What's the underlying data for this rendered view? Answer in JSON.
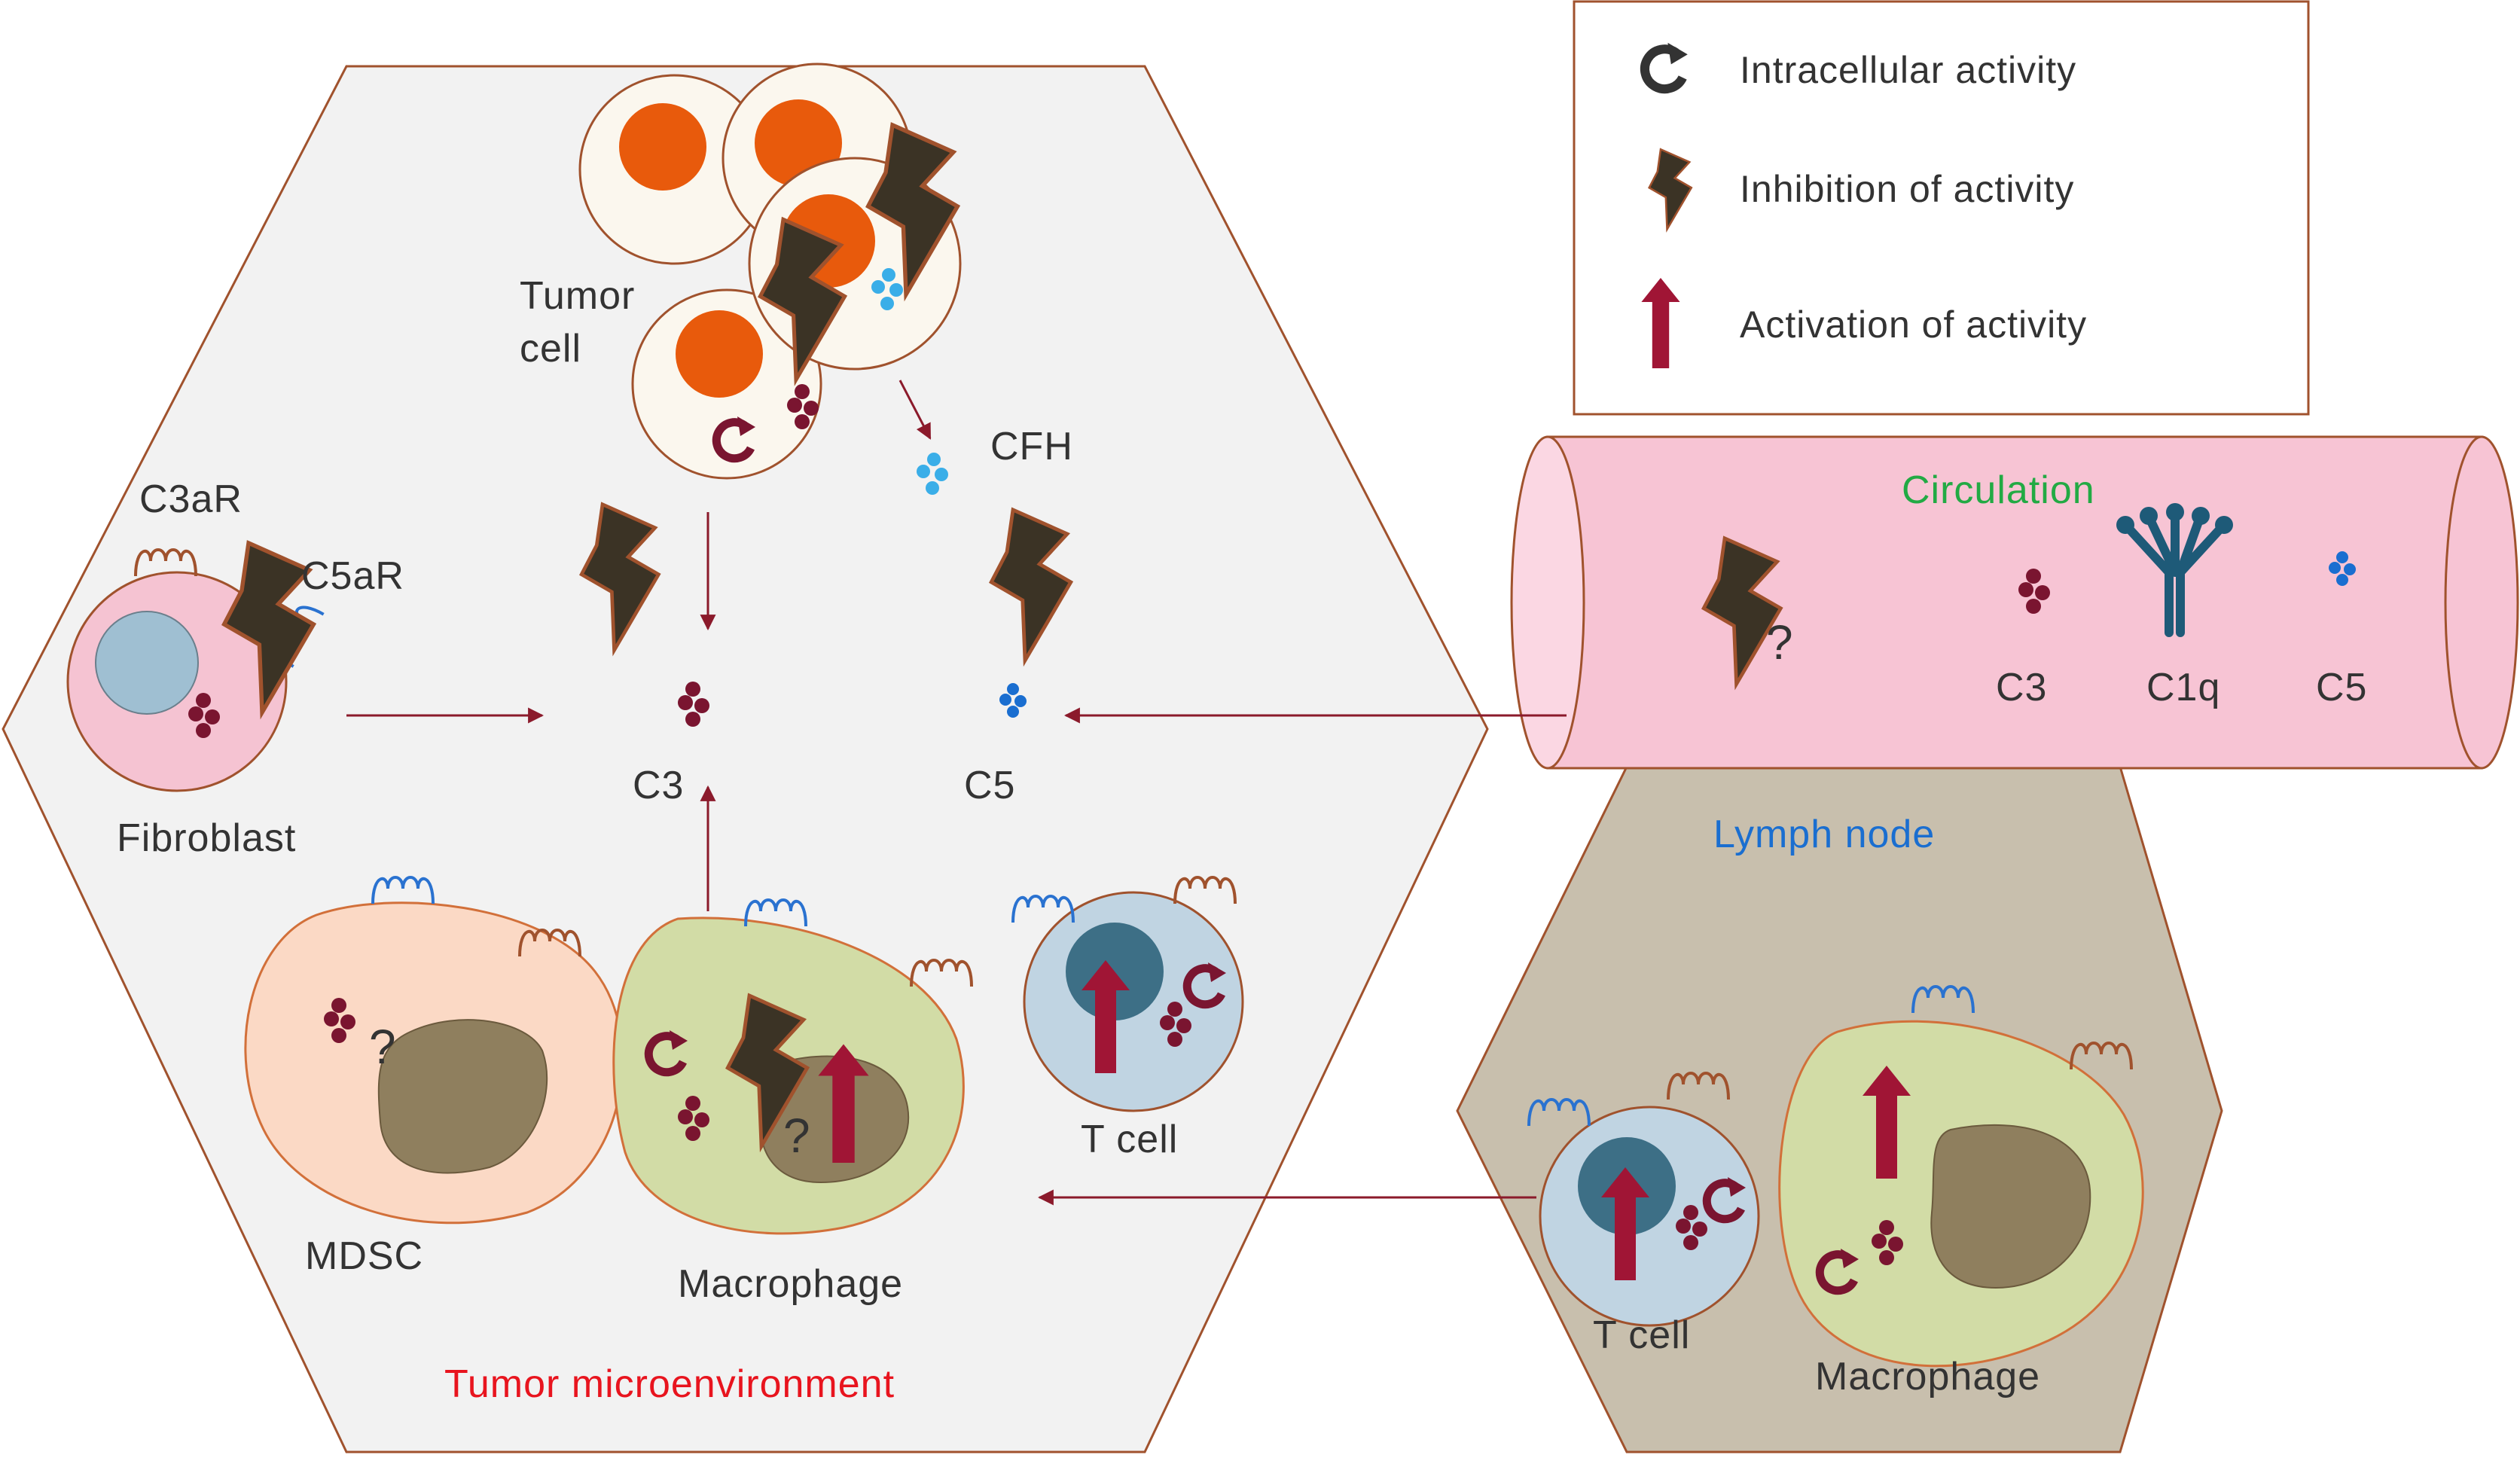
{
  "legend": {
    "items": [
      {
        "icon": "circular-arrow-icon",
        "label": "Intracellular activity"
      },
      {
        "icon": "lightning-bolt-icon",
        "label": "Inhibition of activity"
      },
      {
        "icon": "up-arrow-icon",
        "label": "Activation of activity"
      }
    ]
  },
  "regions": {
    "tumor_microenvironment": "Tumor  microenvironment",
    "circulation": "Circulation",
    "lymph_node": "Lymph node"
  },
  "labels": {
    "tumor_cell_line1": "Tumor",
    "tumor_cell_line2": "cell",
    "cfh": "CFH",
    "c3ar": "C3aR",
    "c5ar": "C5aR",
    "fibroblast": "Fibroblast",
    "c3": "C3",
    "c5": "C5",
    "mdsc": "MDSC",
    "macrophage": "Macrophage",
    "t_cell": "T cell",
    "question": "?",
    "circ_c3": "C3",
    "circ_c1q": "C1q",
    "circ_c5": "C5",
    "lymph_t_cell": "T cell",
    "lymph_macrophage": "Macrophage"
  },
  "colors": {
    "tme_fill": "#f2f2f2",
    "tme_stroke": "#a0522d",
    "circulation_fill": "#f7c4d4",
    "lymph_fill": "#c8bfad",
    "tumor_nucleus": "#e85a0c",
    "c3_dots": "#7a1530",
    "c5_dots": "#1a6ed0",
    "cfh_dots": "#3aaee8",
    "activation_arrow": "#a01535",
    "bolt": "#3b3325",
    "tme_title": "#e8141e",
    "circulation_title": "#22aa44",
    "lymph_title": "#1a6ed0"
  }
}
